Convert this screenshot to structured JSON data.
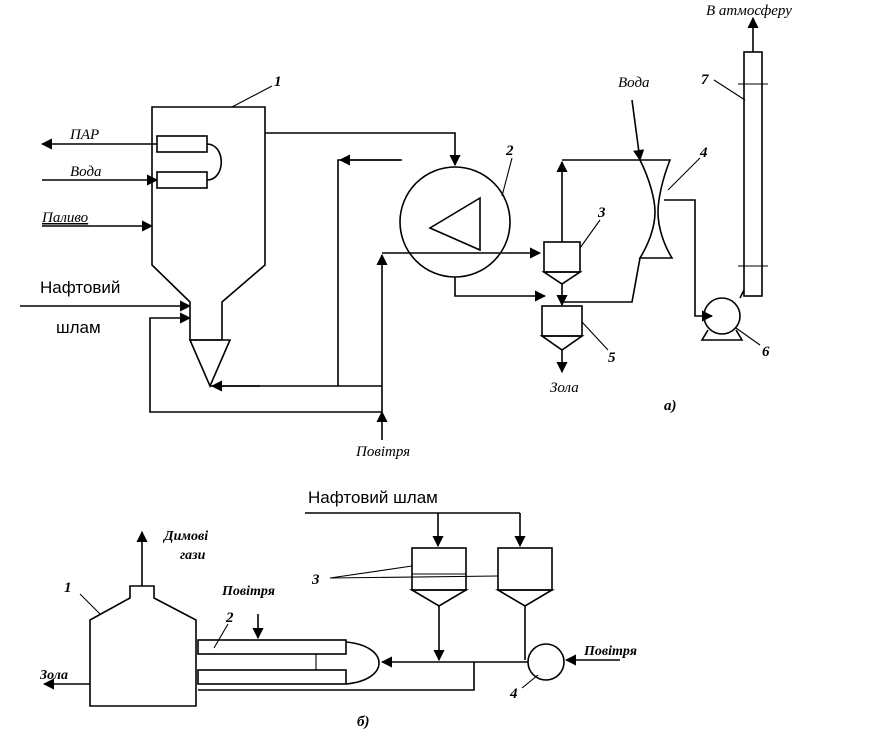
{
  "diagram_a": {
    "caption": "а)",
    "labels": {
      "to_atmosphere": "В атмосферу",
      "steam": "ПАР",
      "water_in": "Вода",
      "fuel": "Паливо",
      "sludge_line1": "Нафтовий",
      "sludge_line2": "шлам",
      "water_scrubber": "Вода",
      "ash": "Зола",
      "air": "Повітря"
    },
    "numbers": [
      "1",
      "2",
      "3",
      "4",
      "5",
      "6",
      "7"
    ]
  },
  "diagram_b": {
    "caption": "б)",
    "labels": {
      "sludge": "Нафтовий шлам",
      "flue_gas_line1": "Димові",
      "flue_gas_line2": "гази",
      "air_top": "Повітря",
      "air_right": "Повітря",
      "ash": "Зола"
    },
    "numbers": [
      "1",
      "2",
      "3",
      "4"
    ]
  }
}
